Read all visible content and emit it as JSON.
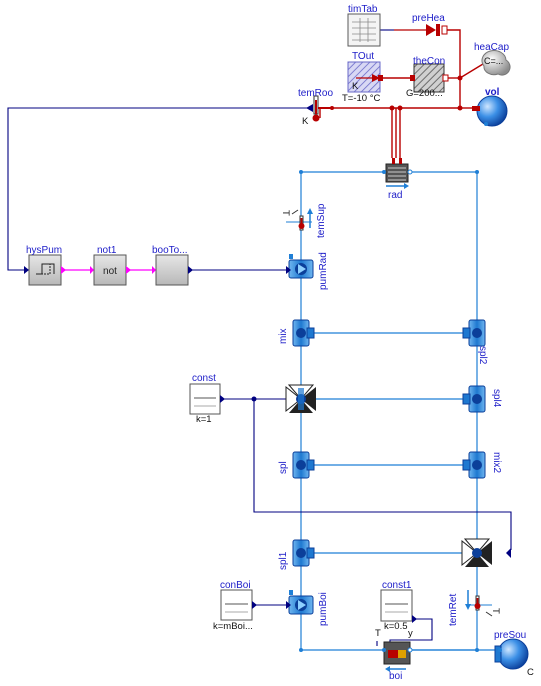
{
  "labels": {
    "timTab": "timTab",
    "preHea": "preHea",
    "heaCap": "heaCap",
    "heaCap_val": "C=...",
    "TOut": "TOut",
    "TOut_K": "K",
    "TOut_val": "T=-10 °C",
    "theCon": "theCon",
    "theCon_val": "G=200...",
    "vol": "vol",
    "temRoo": "temRoo",
    "temRoo_K": "K",
    "rad": "rad",
    "temSup": "temSup",
    "temSup_T": "T",
    "hysPum": "hysPum",
    "not1": "not1",
    "not1_txt": "not",
    "booTo": "booTo...",
    "pumRad": "pumRad",
    "mix": "mix",
    "spl2": "spl2",
    "const": "const",
    "const_val": "k=1",
    "spl4": "spl4",
    "spl": "spl",
    "mix2": "mix2",
    "spl1": "spl1",
    "conBoi": "conBoi",
    "conBoi_val": "k=mBoi...",
    "pumBoi": "pumBoi",
    "const1": "const1",
    "const1_val": "k=0.5",
    "boi_T": "T",
    "boi_y": "y",
    "boi": "boi",
    "temRet": "temRet",
    "temRet_T": "T",
    "preSou": "preSou",
    "preSou_C": "C"
  },
  "colors": {
    "fluid": "#1f7fd6",
    "heat": "#b80000",
    "signal": "#000080",
    "boolean": "#ff00ff",
    "label": "#1c1cc8"
  }
}
